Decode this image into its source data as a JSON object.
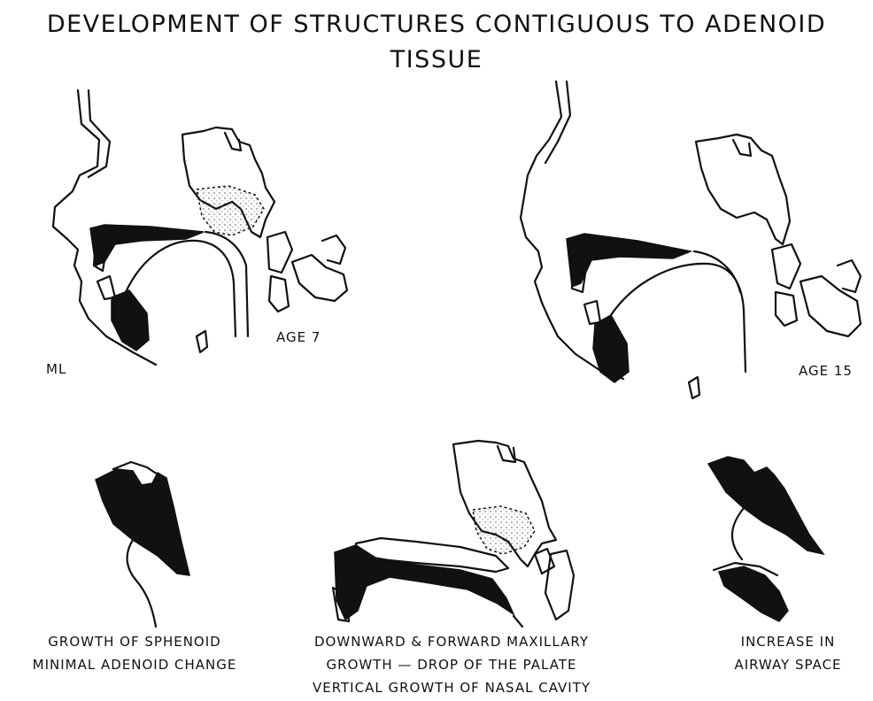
{
  "title": {
    "line1": "DEVELOPMENT OF STRUCTURES CONTIGUOUS TO ADENOID",
    "line2": "TISSUE"
  },
  "labels": {
    "initials": "ML",
    "age_left": "AGE 7",
    "age_right": "AGE 15"
  },
  "captions": {
    "left": [
      "GROWTH OF SPHENOID",
      "MINIMAL ADENOID CHANGE"
    ],
    "center": [
      "DOWNWARD & FORWARD MAXILLARY",
      "GROWTH — DROP OF THE PALATE",
      "VERTICAL GROWTH OF NASAL CAVITY"
    ],
    "right": [
      "INCREASE IN",
      "AIRWAY SPACE"
    ]
  }
}
